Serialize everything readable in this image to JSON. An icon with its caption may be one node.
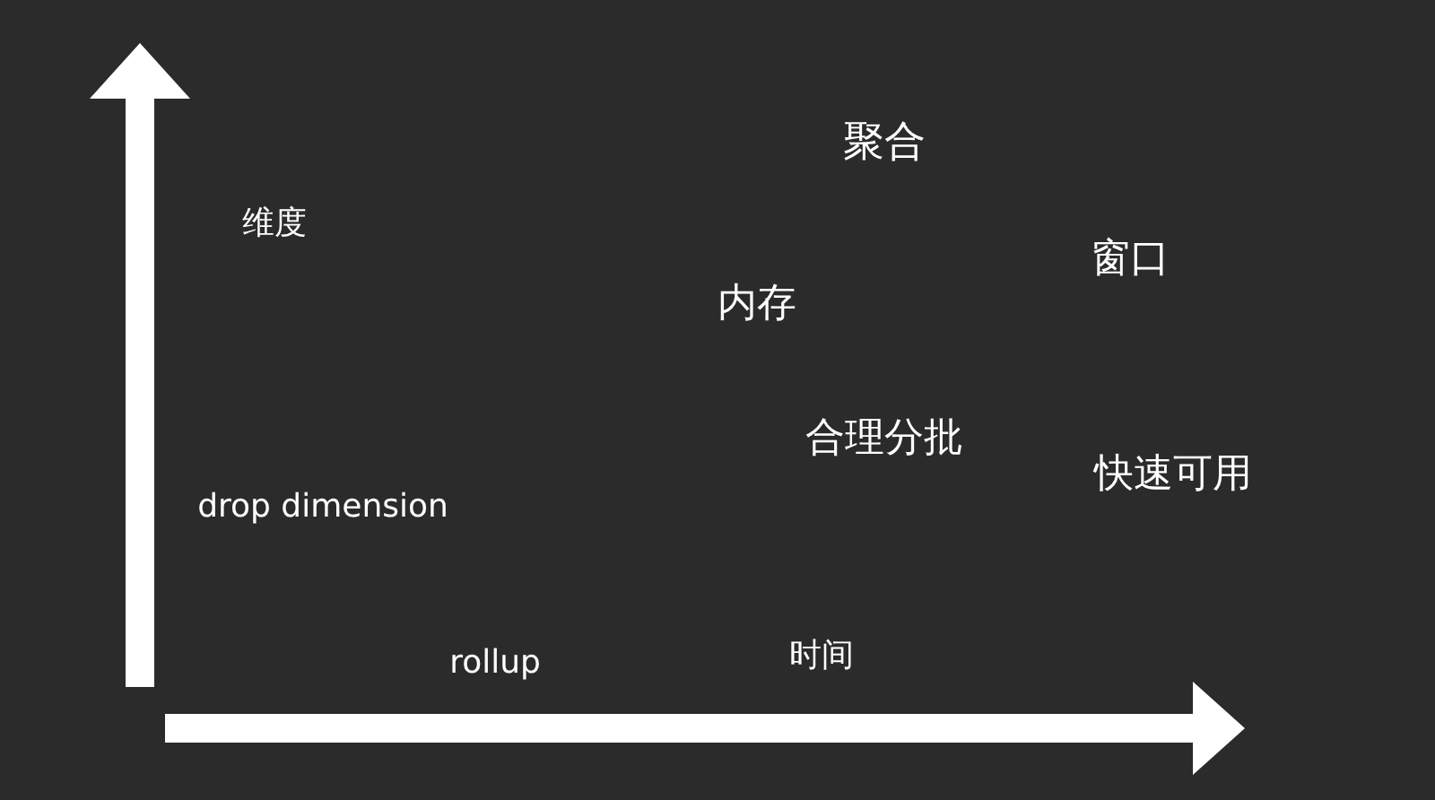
{
  "diagram": {
    "labels": [
      "聚合",
      "维度",
      "窗口",
      "内存",
      "合理分批",
      "快速可用",
      "drop dimension",
      "时间",
      "rollup"
    ]
  }
}
